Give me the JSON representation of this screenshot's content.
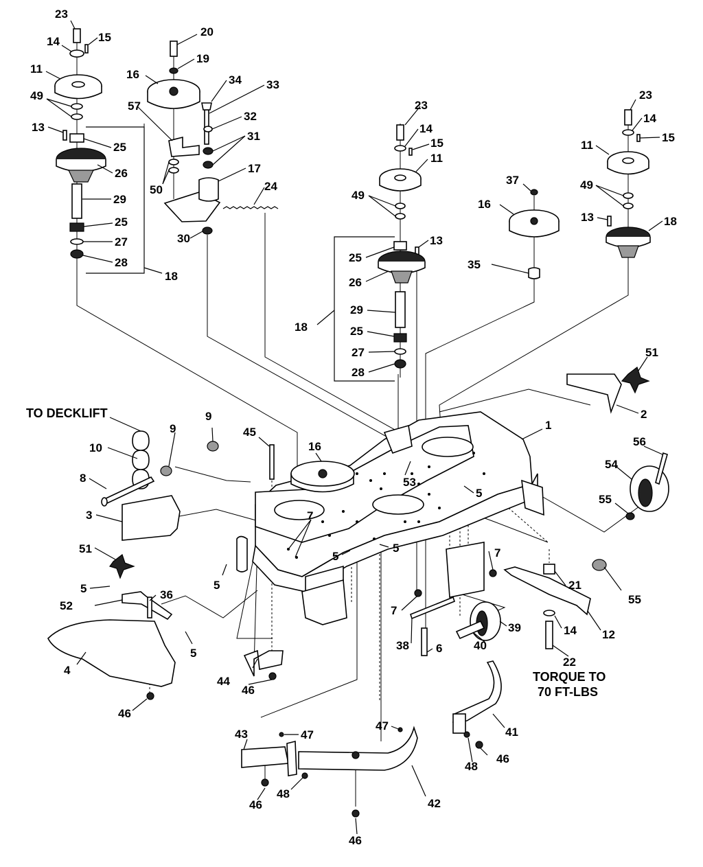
{
  "notes": {
    "to_decklift": "TO DECKLIFT",
    "torque_line1": "TORQUE TO",
    "torque_line2": "70 FT-LBS"
  },
  "callouts": [
    {
      "id": "c0",
      "text": "23"
    },
    {
      "id": "c1",
      "text": "14"
    },
    {
      "id": "c2",
      "text": "15"
    },
    {
      "id": "c3",
      "text": "11"
    },
    {
      "id": "c4",
      "text": "49"
    },
    {
      "id": "c5",
      "text": "13"
    },
    {
      "id": "c6",
      "text": "25"
    },
    {
      "id": "c7",
      "text": "26"
    },
    {
      "id": "c8",
      "text": "29"
    },
    {
      "id": "c9",
      "text": "25"
    },
    {
      "id": "c10",
      "text": "27"
    },
    {
      "id": "c11",
      "text": "28"
    },
    {
      "id": "c12",
      "text": "18"
    },
    {
      "id": "c13",
      "text": "20"
    },
    {
      "id": "c14",
      "text": "19"
    },
    {
      "id": "c15",
      "text": "16"
    },
    {
      "id": "c16",
      "text": "34"
    },
    {
      "id": "c17",
      "text": "33"
    },
    {
      "id": "c18",
      "text": "57"
    },
    {
      "id": "c19",
      "text": "32"
    },
    {
      "id": "c20",
      "text": "31"
    },
    {
      "id": "c21",
      "text": "50"
    },
    {
      "id": "c22",
      "text": "17"
    },
    {
      "id": "c23",
      "text": "24"
    },
    {
      "id": "c24",
      "text": "30"
    },
    {
      "id": "c25",
      "text": "23"
    },
    {
      "id": "c26",
      "text": "14"
    },
    {
      "id": "c27",
      "text": "15"
    },
    {
      "id": "c28",
      "text": "11"
    },
    {
      "id": "c29",
      "text": "49"
    },
    {
      "id": "c30",
      "text": "13"
    },
    {
      "id": "c31",
      "text": "25"
    },
    {
      "id": "c32",
      "text": "26"
    },
    {
      "id": "c33",
      "text": "29"
    },
    {
      "id": "c34",
      "text": "25"
    },
    {
      "id": "c35",
      "text": "27"
    },
    {
      "id": "c36",
      "text": "28"
    },
    {
      "id": "c37",
      "text": "18"
    },
    {
      "id": "c38",
      "text": "37"
    },
    {
      "id": "c39",
      "text": "16"
    },
    {
      "id": "c40",
      "text": "35"
    },
    {
      "id": "c41",
      "text": "23"
    },
    {
      "id": "c42",
      "text": "14"
    },
    {
      "id": "c43",
      "text": "15"
    },
    {
      "id": "c44",
      "text": "11"
    },
    {
      "id": "c45",
      "text": "49"
    },
    {
      "id": "c46",
      "text": "13"
    },
    {
      "id": "c47",
      "text": "18"
    },
    {
      "id": "c48",
      "text": "51"
    },
    {
      "id": "c49",
      "text": "2"
    },
    {
      "id": "c50",
      "text": "1"
    },
    {
      "id": "c51",
      "text": "56"
    },
    {
      "id": "c52",
      "text": "54"
    },
    {
      "id": "c53",
      "text": "55"
    },
    {
      "id": "c54",
      "text": "55"
    },
    {
      "id": "c55",
      "text": "9"
    },
    {
      "id": "c56",
      "text": "9"
    },
    {
      "id": "c57",
      "text": "45"
    },
    {
      "id": "c58",
      "text": "16"
    },
    {
      "id": "c59",
      "text": "10"
    },
    {
      "id": "c60",
      "text": "8"
    },
    {
      "id": "c61",
      "text": "3"
    },
    {
      "id": "c62",
      "text": "51"
    },
    {
      "id": "c63",
      "text": "7"
    },
    {
      "id": "c64",
      "text": "5"
    },
    {
      "id": "c65",
      "text": "5"
    },
    {
      "id": "c66",
      "text": "5"
    },
    {
      "id": "c67",
      "text": "53"
    },
    {
      "id": "c68",
      "text": "5"
    },
    {
      "id": "c69",
      "text": "5"
    },
    {
      "id": "c70",
      "text": "52"
    },
    {
      "id": "c71",
      "text": "36"
    },
    {
      "id": "c72",
      "text": "5"
    },
    {
      "id": "c73",
      "text": "4"
    },
    {
      "id": "c74",
      "text": "46"
    },
    {
      "id": "c75",
      "text": "44"
    },
    {
      "id": "c76",
      "text": "46"
    },
    {
      "id": "c77",
      "text": "7"
    },
    {
      "id": "c78",
      "text": "7"
    },
    {
      "id": "c79",
      "text": "21"
    },
    {
      "id": "c80",
      "text": "12"
    },
    {
      "id": "c81",
      "text": "14"
    },
    {
      "id": "c82",
      "text": "22"
    },
    {
      "id": "c83",
      "text": "39"
    },
    {
      "id": "c84",
      "text": "40"
    },
    {
      "id": "c85",
      "text": "38"
    },
    {
      "id": "c86",
      "text": "6"
    },
    {
      "id": "c87",
      "text": "47"
    },
    {
      "id": "c88",
      "text": "41"
    },
    {
      "id": "c89",
      "text": "43"
    },
    {
      "id": "c90",
      "text": "47"
    },
    {
      "id": "c91",
      "text": "48"
    },
    {
      "id": "c92",
      "text": "46"
    },
    {
      "id": "c93",
      "text": "46"
    },
    {
      "id": "c94",
      "text": "48"
    },
    {
      "id": "c95",
      "text": "42"
    },
    {
      "id": "c96",
      "text": "46"
    }
  ]
}
